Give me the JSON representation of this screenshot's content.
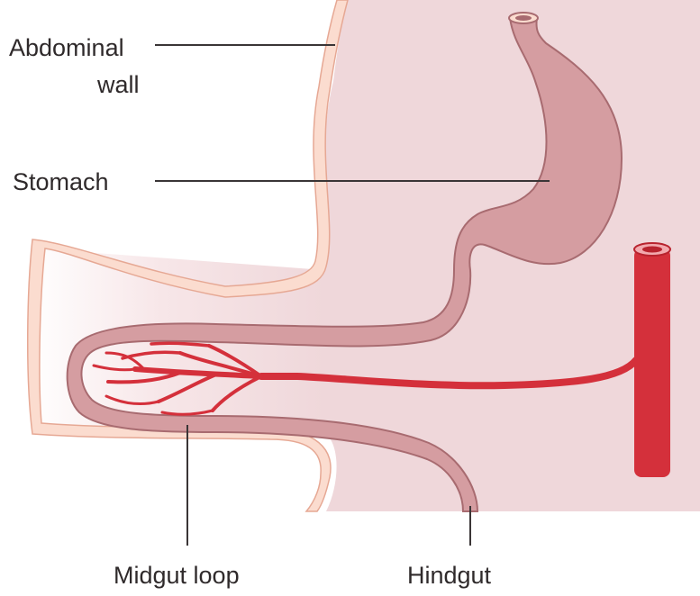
{
  "labels": {
    "abdominal_wall_line1": "Abdominal",
    "abdominal_wall_line2": "wall",
    "stomach": "Stomach",
    "midgut_loop": "Midgut loop",
    "hindgut": "Hindgut"
  },
  "colors": {
    "cavity": "#efd7da",
    "wall_fill": "#fbdccf",
    "wall_outline": "#e6a894",
    "gut_fill": "#d59da1",
    "gut_outline": "#a86b70",
    "artery": "#d4303b",
    "artery_dark": "#b8232e",
    "leader": "#3a3536",
    "text": "#2f2a2b"
  }
}
